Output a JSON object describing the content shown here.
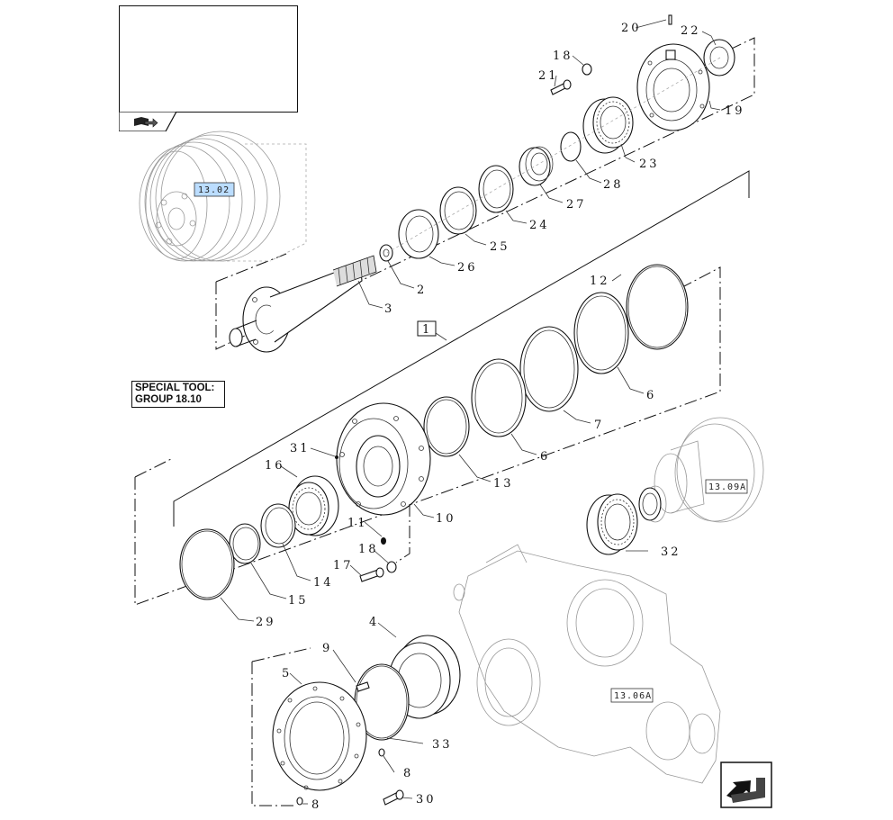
{
  "special_tool": {
    "line1": "SPECIAL  TOOL:",
    "line2": "GROUP 18.10"
  },
  "references": {
    "pulley": "13.02",
    "hub": "13.09A",
    "housing": "13.06A"
  },
  "group_box_label": "1",
  "callouts": {
    "c2": "2",
    "c3": "3",
    "c4": "4",
    "c5": "5",
    "c6a": "6",
    "c6b": "6",
    "c7": "7",
    "c8a": "8",
    "c8b": "8",
    "c9": "9",
    "c10": "10",
    "c11": "11",
    "c12": "12",
    "c13": "13",
    "c14": "14",
    "c15": "15",
    "c16": "16",
    "c17": "17",
    "c18a": "18",
    "c18b": "18",
    "c19": "19",
    "c20": "20",
    "c21": "21",
    "c22": "22",
    "c23": "23",
    "c24": "24",
    "c25": "25",
    "c26": "26",
    "c27": "27",
    "c28": "28",
    "c29": "29",
    "c30": "30",
    "c31": "31",
    "c32": "32",
    "c33": "33"
  },
  "icons": {
    "info_tab": "book-arrow-icon",
    "nav": "next-page-arrow-icon"
  }
}
